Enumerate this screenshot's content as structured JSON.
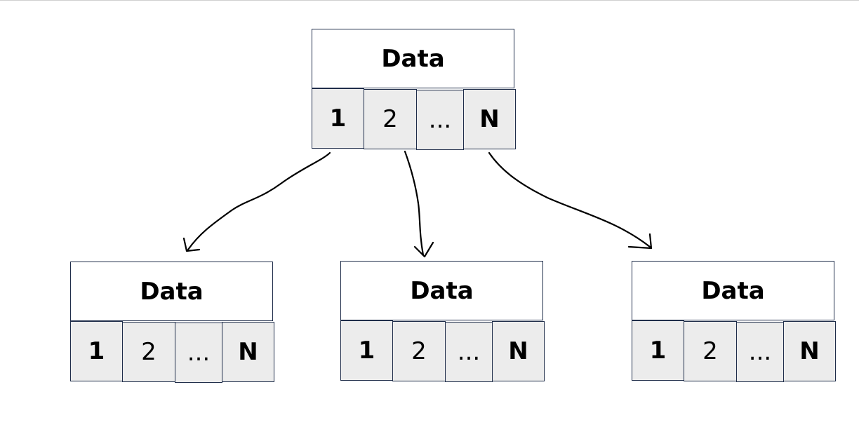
{
  "diagram": {
    "root": {
      "header": "Data",
      "slots": [
        "1",
        "2",
        "...",
        "N"
      ]
    },
    "children": [
      {
        "header": "Data",
        "slots": [
          "1",
          "2",
          "...",
          "N"
        ]
      },
      {
        "header": "Data",
        "slots": [
          "1",
          "2",
          "...",
          "N"
        ]
      },
      {
        "header": "Data",
        "slots": [
          "1",
          "2",
          "...",
          "N"
        ]
      }
    ],
    "colors": {
      "border": "#1f2d4a",
      "cell_fill": "#ececec",
      "arrow": "#000000"
    }
  }
}
